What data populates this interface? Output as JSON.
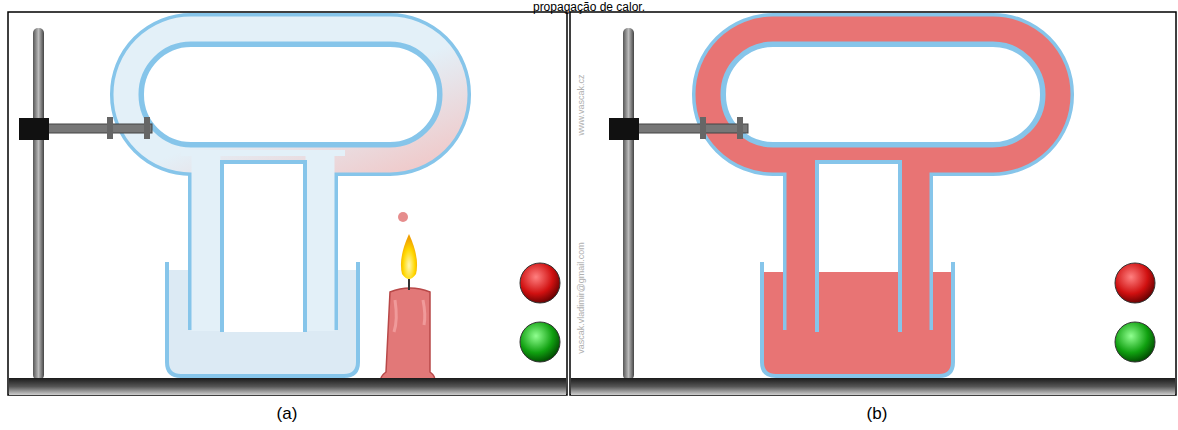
{
  "diagram": {
    "title": "propagação de calor.",
    "labels": [
      "(a)",
      "(b)",
      "www.vascak.cz",
      "vascak.vladimir@gmail.com"
    ]
  }
}
